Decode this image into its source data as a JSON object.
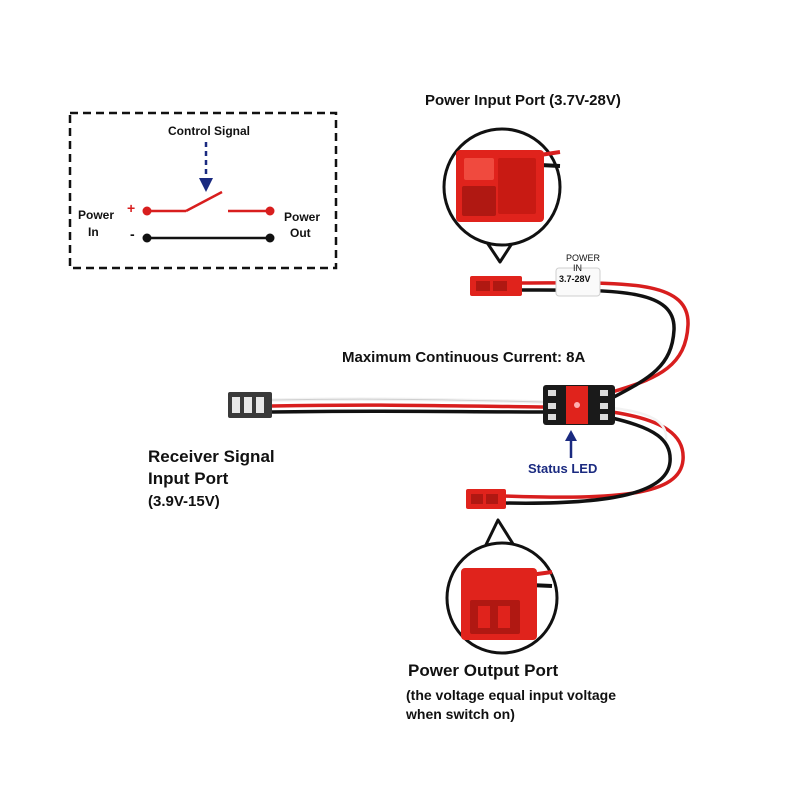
{
  "schematic": {
    "control_signal": "Control Signal",
    "power_in": [
      "Power",
      "In"
    ],
    "power_out": [
      "Power",
      "Out"
    ],
    "plus": "+",
    "minus": "-"
  },
  "labels": {
    "power_input_port": "Power Input Port (3.7V-28V)",
    "max_current": "Maximum Continuous Current: 8A",
    "receiver_signal": [
      "Receiver Signal",
      "Input Port",
      "(3.9V-15V)"
    ],
    "status_led": "Status LED",
    "power_output_port": "Power Output Port",
    "output_note": [
      "(the voltage equal input voltage",
      "when switch on)"
    ],
    "wire_tag": [
      "POWER",
      "IN",
      "3.7-28V"
    ]
  },
  "colors": {
    "connector_red": "#e0231c",
    "wire_red": "#d81e1e",
    "wire_black": "#111111",
    "arrow_blue": "#1a2a80"
  }
}
